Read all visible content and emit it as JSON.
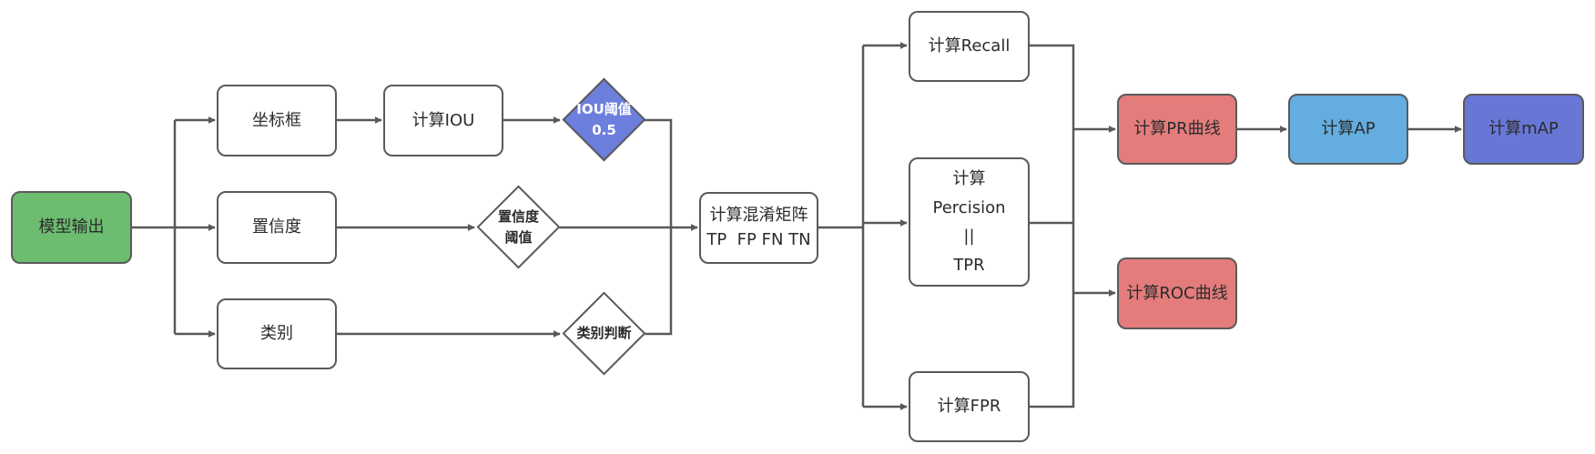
{
  "colors": {
    "line": "#595959",
    "green": "#6cbd6f",
    "blue_diamond": "#6d7fdc",
    "red": "#e47c7c",
    "light_blue": "#63ade0",
    "purple": "#6877d6"
  },
  "nodes": {
    "model_output": "模型输出",
    "bbox": "坐标框",
    "confidence": "置信度",
    "category": "类别",
    "calc_iou": "计算IOU",
    "iou_threshold": [
      "IOU阈值",
      "0.5"
    ],
    "conf_threshold": [
      "置信度",
      "阈值"
    ],
    "category_judge": "类别判断",
    "confusion_matrix": [
      "计算混淆矩阵",
      "TP  FP FN TN"
    ],
    "recall": "计算Recall",
    "precision": [
      "计算",
      "Percision",
      "||",
      "TPR"
    ],
    "fpr": "计算FPR",
    "pr_curve": "计算PR曲线",
    "roc_curve": "计算ROC曲线",
    "ap": "计算AP",
    "map": "计算mAP"
  }
}
